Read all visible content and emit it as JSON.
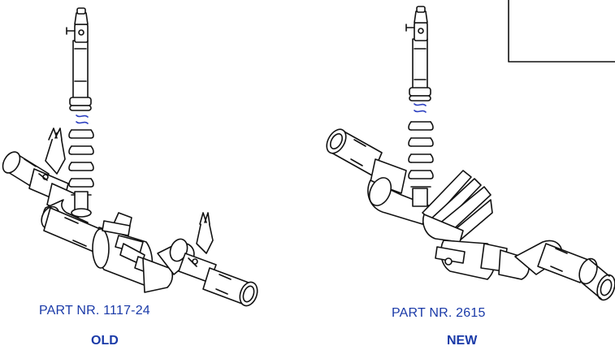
{
  "assemblies": {
    "old": {
      "part_number": "PART NR. 1117-24",
      "status": "OLD"
    },
    "new": {
      "part_number": "PART NR. 2615",
      "status": "NEW"
    }
  },
  "colors": {
    "label_text": "#1a3aa8",
    "line_art": "#111111",
    "spring_highlight": "#2b3fc0",
    "background": "#ffffff"
  }
}
